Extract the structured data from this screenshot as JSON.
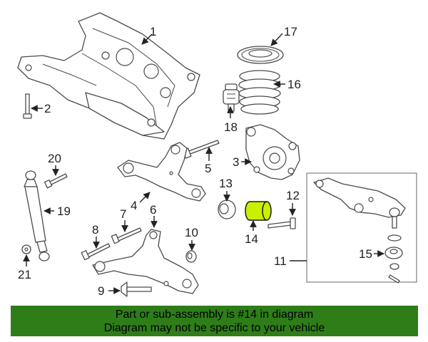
{
  "callouts": {
    "c1": "1",
    "c2": "2",
    "c3": "3",
    "c4": "4",
    "c5": "5",
    "c6": "6",
    "c7": "7",
    "c8": "8",
    "c9": "9",
    "c10": "10",
    "c11": "11",
    "c12": "12",
    "c13": "13",
    "c14": "14",
    "c15": "15",
    "c16": "16",
    "c17": "17",
    "c18": "18",
    "c19": "19",
    "c20": "20",
    "c21": "21"
  },
  "highlighted_part": "14",
  "colors": {
    "banner": "#2e7d19",
    "highlight": "#c8f000",
    "line": "#4a4a4a"
  },
  "banner": {
    "line1": "Part or sub-assembly is #14 in diagram",
    "line2": "Diagram may not be specific to your vehicle"
  }
}
